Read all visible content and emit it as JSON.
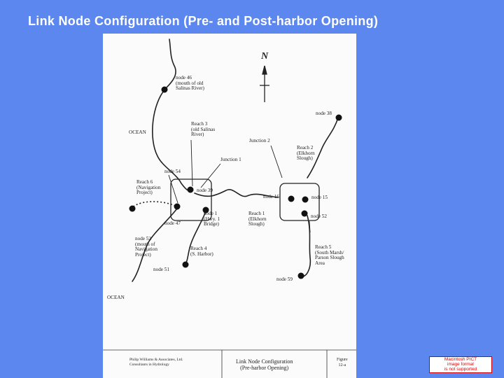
{
  "slide": {
    "title": "Link Node Configuration (Pre- and Post-harbor Opening)"
  },
  "diagram": {
    "north": "N",
    "labels": {
      "node46": "node 46\n(mouth of old\nSalinas River)",
      "ocean_top": "OCEAN",
      "reach3": "Reach 3\n(old Salinas\nRiver)",
      "junction2": "Junction 2",
      "node38": "node 38",
      "reach2": "Reach 2\n(Elkhorn\nSlough)",
      "junction1": "Junction 1",
      "node54": "node 54",
      "reach6": "Reach 6\n(Navigation\nProject)",
      "node39": "node 39",
      "node16": "node 16",
      "node15": "node 15",
      "node47": "node 47",
      "node1": "node 1\n(Hwy. 1\nBridge)",
      "reach1": "Reach 1\n(Elkhorn\nSlough)",
      "node52_right": "node 52",
      "node52_left": "node 52\n(mouth of\nNavigation\nProject)",
      "reach4": "Reach 4\n(S. Harbor)",
      "reach5": "Reach 5\n(South Marsh/\nParson Slough\nArea",
      "node51": "node 51",
      "node59": "node 59",
      "ocean_bottom": "OCEAN"
    },
    "footer": {
      "firm": "Philip Williams & Associates, Ltd.\nConsultants in Hydrology",
      "caption": "Link Node Configuration\n(Pre-harbor Opening)",
      "figure": "Figure\n12-a"
    }
  },
  "placeholder": {
    "text": "Macintosh PICT\nimage format\nis not supported"
  }
}
